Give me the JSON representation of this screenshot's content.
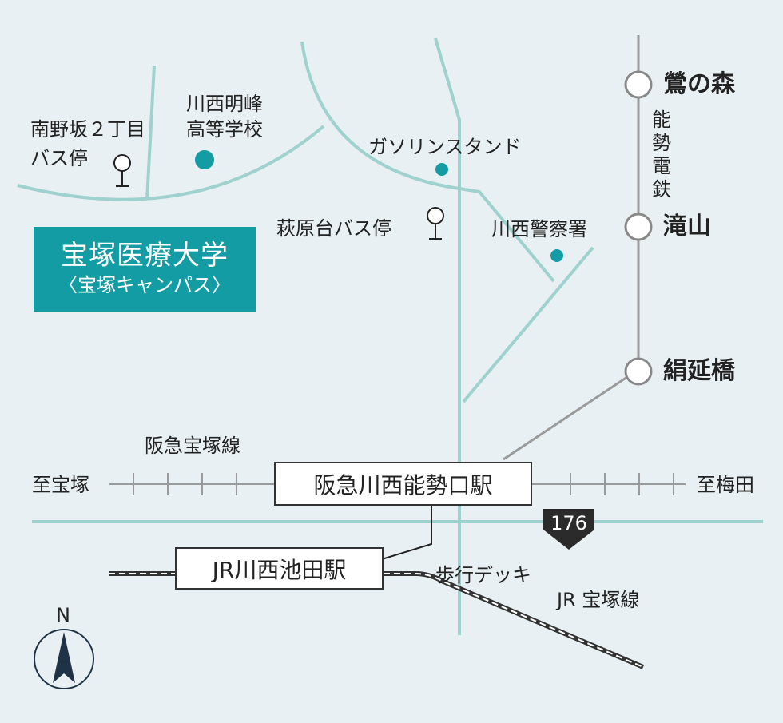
{
  "campus": {
    "name": "宝塚医療大学",
    "sub": "〈宝塚キャンパス〉"
  },
  "landmarks": {
    "minaminozaka": [
      "南野坂２丁目",
      "バス停"
    ],
    "school": [
      "川西明峰",
      "高等学校"
    ],
    "gas_station": "ガソリンスタンド",
    "hagiwaradai": "萩原台バス停",
    "police": "川西警察署"
  },
  "noseline": {
    "name_vertical": [
      "能",
      "勢",
      "電",
      "鉄"
    ],
    "stations": [
      "鶯の森",
      "滝山",
      "絹延橋"
    ]
  },
  "hankyu": {
    "line_name": "阪急宝塚線",
    "to_west": "至宝塚",
    "to_east": "至梅田",
    "station": "阪急川西能勢口駅"
  },
  "jr": {
    "station": "JR川西池田駅",
    "line_name": "JR 宝塚線",
    "deck": "歩行デッキ"
  },
  "route_shield": "176",
  "compass": "N",
  "colors": {
    "teal": "#139ca3",
    "road": "#9fd2cf",
    "bg": "#e9f0f3",
    "rail": "#9a9a9a"
  }
}
